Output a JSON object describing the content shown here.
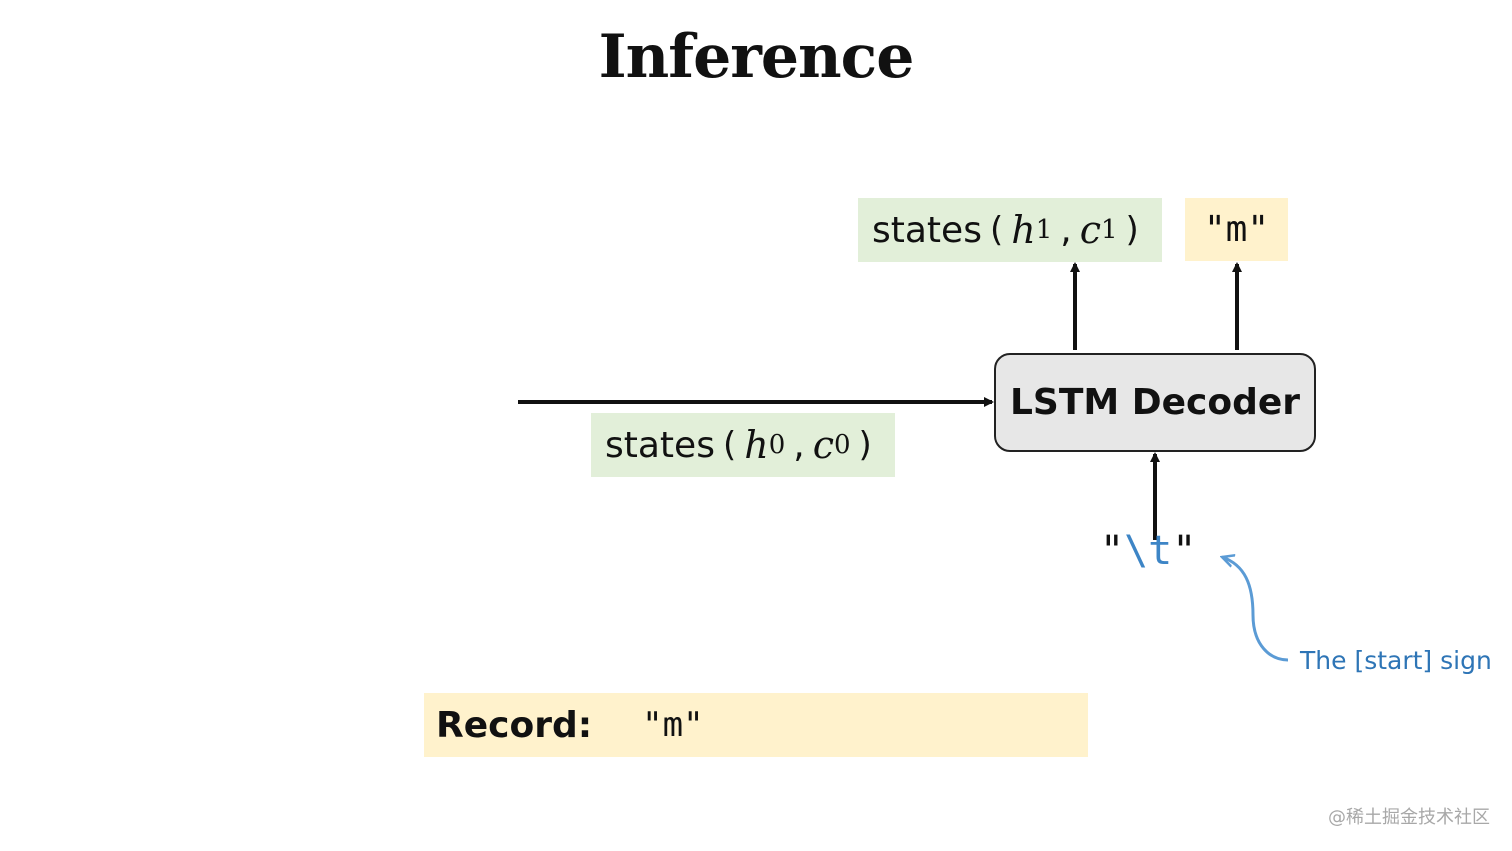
{
  "title": "Inference",
  "decoder": {
    "label": "LSTM Decoder"
  },
  "state_in": {
    "label": "states",
    "open": "(",
    "h": "h",
    "h_sub": "0",
    "c": "c",
    "c_sub": "0",
    "close": ")"
  },
  "state_out": {
    "label": "states",
    "open": "(",
    "h": "h",
    "h_sub": "1",
    "c": "c",
    "c_sub": "1",
    "close": ")"
  },
  "output_token": "\"m\"",
  "input_token": {
    "quote_open": "\"",
    "value": "\\t",
    "quote_close": "\""
  },
  "annotation": "The [start] sign",
  "record": {
    "label": "Record:",
    "value": "\"m\""
  },
  "watermark": "@稀土掘金技术社区",
  "colors": {
    "state_bg": "#e2efd9",
    "token_bg": "#fff2cc",
    "decoder_bg": "#e7e7e7",
    "annotation": "#2e75b6",
    "start_token": "#3d85c6"
  }
}
